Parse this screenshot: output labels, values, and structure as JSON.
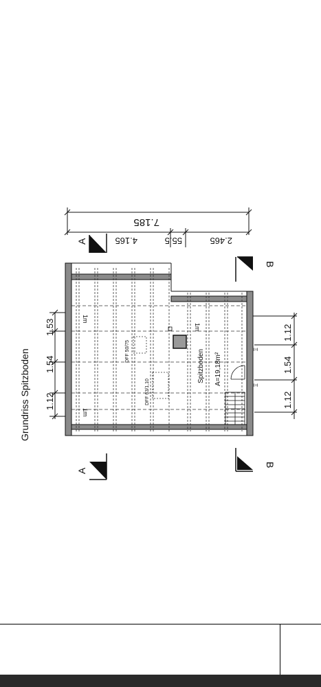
{
  "drawing": {
    "title": "Grundriss Spitzboden",
    "room_name": "Spitzboden",
    "room_area": "A=19,18m²",
    "window_1": "DFF 50/75",
    "window_2": "DFF 63/1,10",
    "section_a": "A",
    "section_b": "B",
    "height_mark": "1m",
    "hatch_mark": "Ξ",
    "dims_top": [
      "7.185",
      "4.165",
      "55.5",
      "2.465"
    ],
    "dims_left": [
      "1.12",
      "1.54",
      "1.53"
    ],
    "dims_right": [
      "1.12",
      "1.54",
      "1.12"
    ]
  },
  "colors": {
    "line": "#111111",
    "wall": "#8a8a8a",
    "bar": "#2a2a2a"
  }
}
